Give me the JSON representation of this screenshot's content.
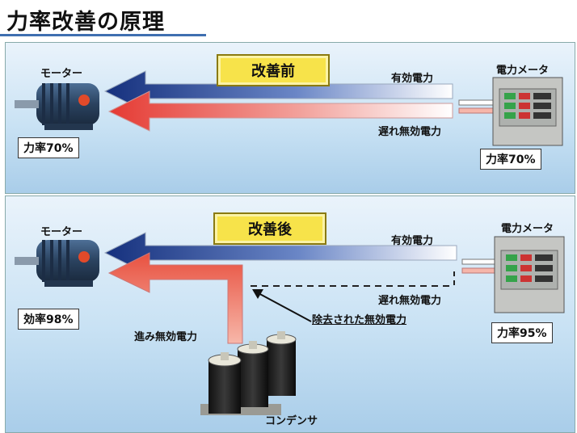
{
  "title": "力率改善の原理",
  "before": {
    "badge": "改善前",
    "motor_label": "モーター",
    "motor_value": "力率70%",
    "meter_label": "電力メータ",
    "meter_value": "力率70%",
    "active_power": "有効電力",
    "lagging_reactive": "遅れ無効電力"
  },
  "after": {
    "badge": "改善後",
    "motor_label": "モーター",
    "motor_value": "効率98%",
    "meter_label": "電力メータ",
    "meter_value": "力率95%",
    "active_power": "有効電力",
    "lagging_reactive": "遅れ無効電力",
    "removed_reactive": "除去された無効電力",
    "leading_reactive": "進み無効電力",
    "capacitor_label": "コンデンサ"
  },
  "colors": {
    "active_arrow": "#1c3a8a",
    "reactive_arrow": "#e0413a",
    "badge_bg": "#f7e34a",
    "title_underline": "#3f6fb0"
  }
}
